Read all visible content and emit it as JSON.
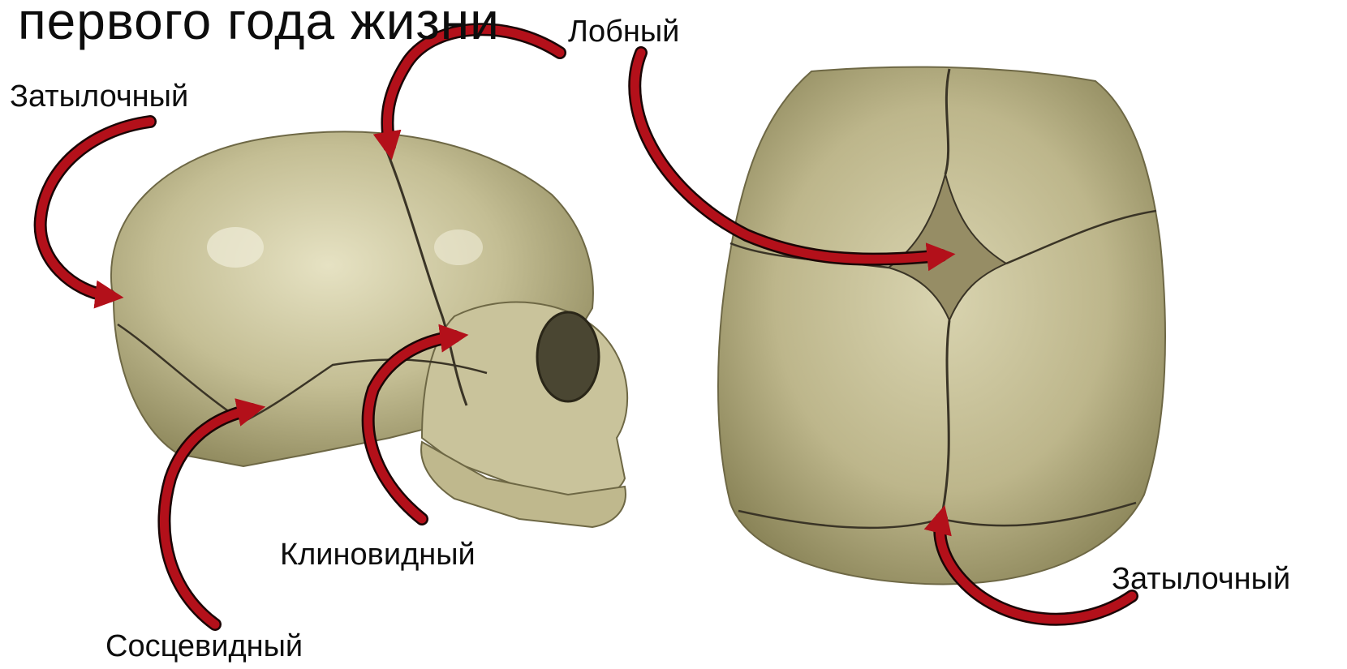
{
  "title": "первого года жизни",
  "labels": {
    "frontal": "Лобный",
    "occipital_left": "Затылочный",
    "sphenoid": "Клиновидный",
    "mastoid": "Сосцевидный",
    "occipital_right": "Затылочный"
  },
  "colors": {
    "arrow_red": "#b3101a",
    "arrow_dark": "#1a0606",
    "bone": "#c8c39a",
    "bone_shade": "#8f8a62",
    "fontanelle": "#9a916a",
    "suture": "#3a3426"
  }
}
